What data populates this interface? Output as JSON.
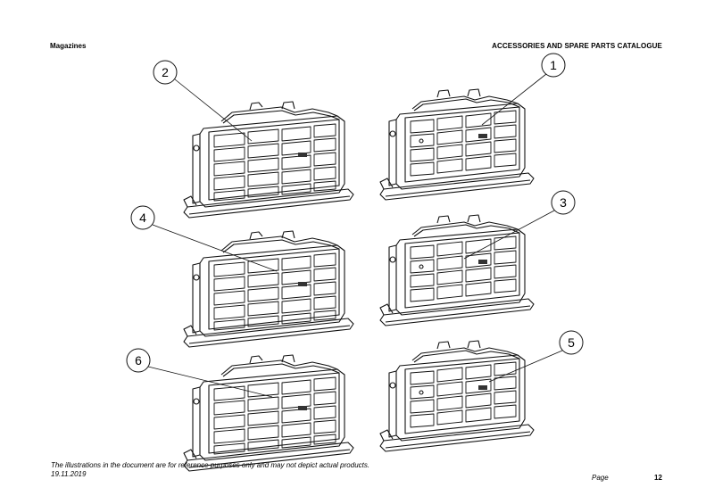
{
  "header": {
    "section": "Magazines",
    "catalogue": "ACCESSORIES AND SPARE PARTS CATALOGUE"
  },
  "footer": {
    "disclaimer": "The illustrations in the document are for reference purposes only and may not depict actual products.",
    "date": "19.11.2019",
    "page_label": "Page",
    "page_number": "12"
  },
  "illustrations": [
    {
      "callout": "2",
      "style": "long"
    },
    {
      "callout": "1",
      "style": "short"
    },
    {
      "callout": "4",
      "style": "long"
    },
    {
      "callout": "3",
      "style": "short"
    },
    {
      "callout": "6",
      "style": "long"
    },
    {
      "callout": "5",
      "style": "short"
    }
  ]
}
